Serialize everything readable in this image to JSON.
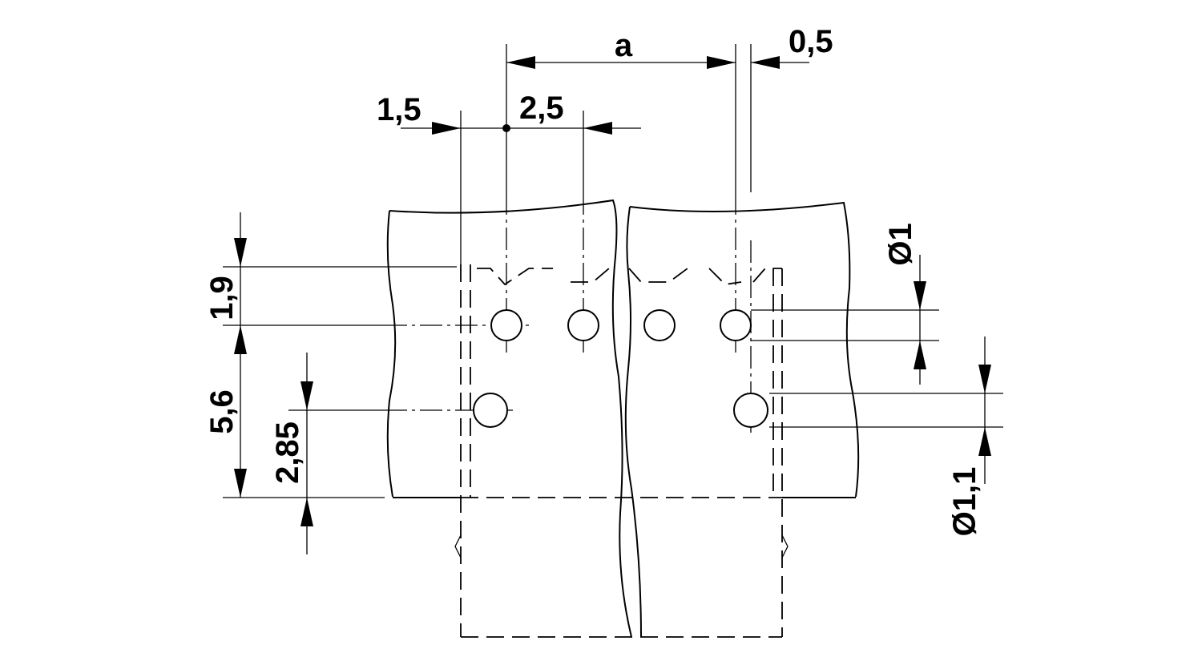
{
  "diagram": {
    "labels": {
      "pitch_a": "a",
      "offset_05": "0,5",
      "offset_15": "1,5",
      "pitch_25": "2,5",
      "height_19": "1,9",
      "height_56": "5,6",
      "height_285": "2,85",
      "hole_d1": "Ø1",
      "hole_d11": "Ø1,1"
    }
  }
}
